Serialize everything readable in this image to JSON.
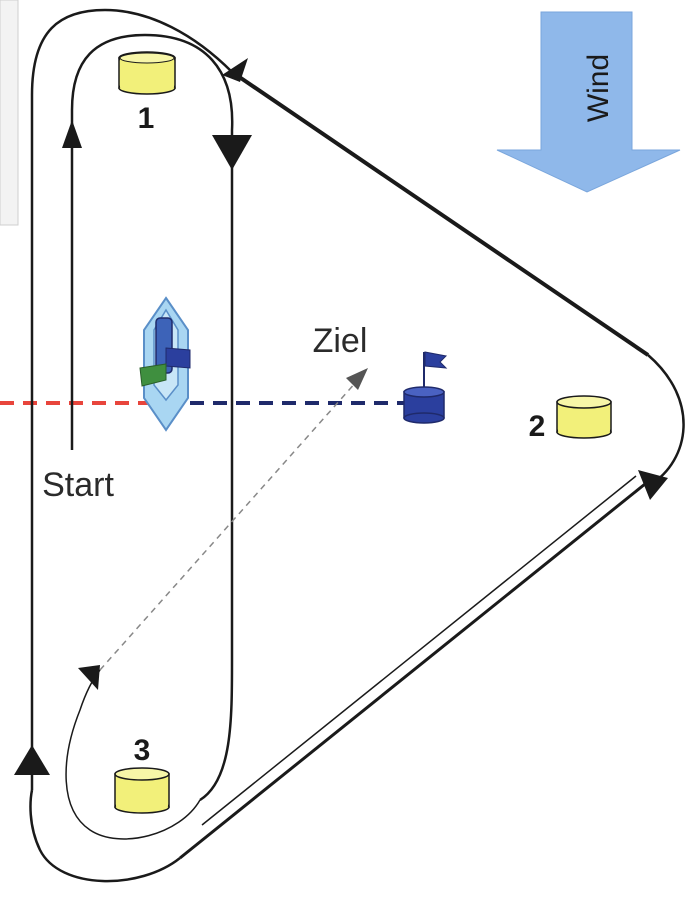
{
  "diagram": {
    "wind_label": "Wind",
    "start_label": "Start",
    "finish_label": "Ziel",
    "marks": [
      {
        "number": "1",
        "color": "#f2f07a"
      },
      {
        "number": "2",
        "color": "#f2f07a"
      },
      {
        "number": "3",
        "color": "#f2f07a"
      }
    ],
    "colors": {
      "wind_arrow": "#8fb8ea",
      "start_line": "#e8453c",
      "finish_line": "#1f2a6b",
      "finish_buoy": "#2b3f9e",
      "course": "#1a1a1a",
      "boat_hull": "#a9d6f2",
      "boat_cabin": "#3d63b8",
      "boat_flag_green": "#3f8f3f"
    }
  }
}
